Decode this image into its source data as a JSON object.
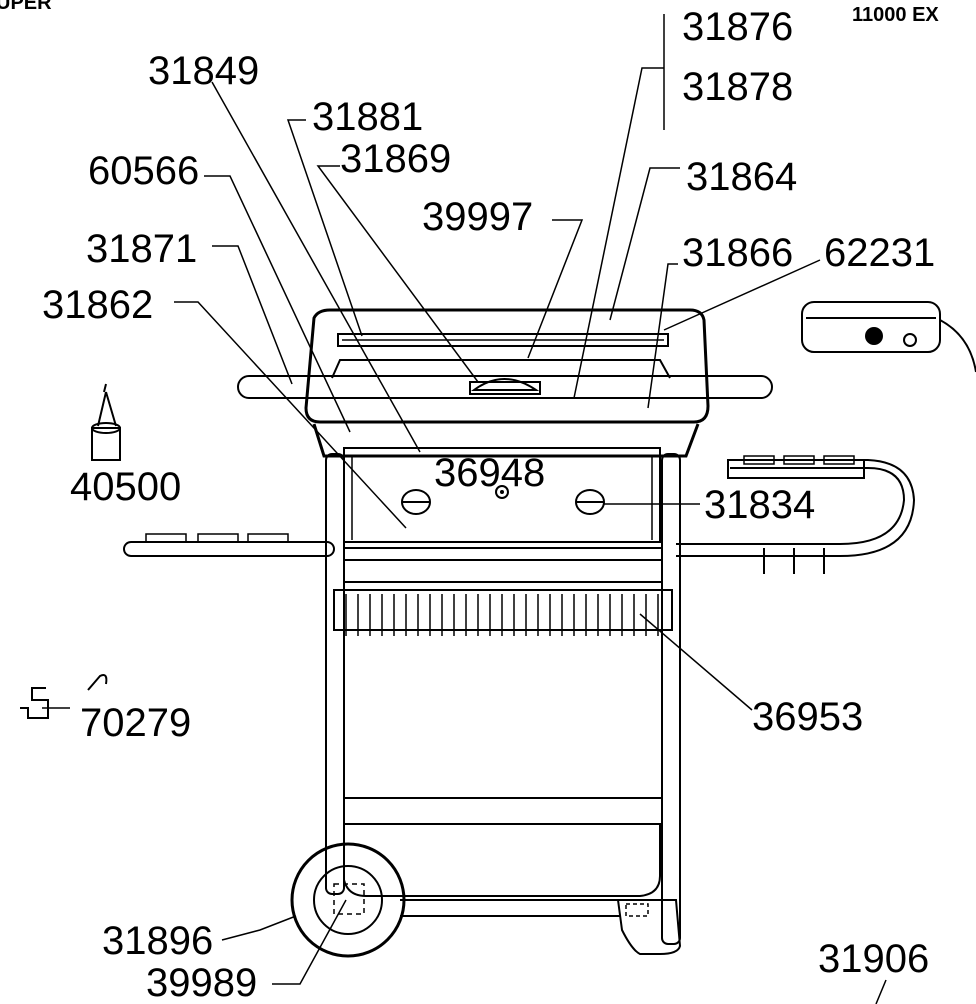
{
  "header": {
    "left_text": "UPER",
    "right_text": "11000 EX"
  },
  "parts": {
    "p31876": "31876",
    "p31878": "31878",
    "p31849": "31849",
    "p31881": "31881",
    "p31869": "31869",
    "p60566": "60566",
    "p31864": "31864",
    "p39997": "39997",
    "p31871": "31871",
    "p31866": "31866",
    "p62231": "62231",
    "p31862": "31862",
    "p40500": "40500",
    "p36948": "36948",
    "p31834": "31834",
    "p70279": "70279",
    "p36953": "36953",
    "p31896": "31896",
    "p31906": "31906",
    "p39989": "39989"
  }
}
